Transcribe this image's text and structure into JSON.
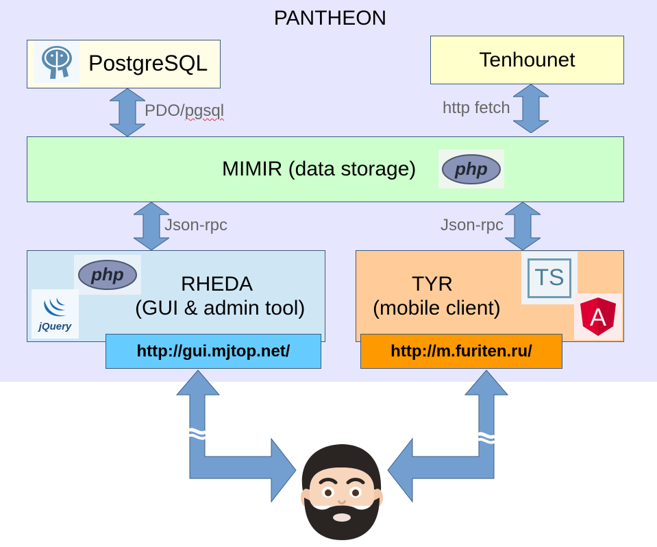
{
  "title": "PANTHEON",
  "postgres": {
    "label": "PostgreSQL"
  },
  "tenhounet": {
    "label": "Tenhounet"
  },
  "mimir": {
    "label": "MIMIR (data storage)"
  },
  "rheda": {
    "line1": "RHEDA",
    "line2": "(GUI & admin tool)",
    "url": "http://gui.mjtop.net/"
  },
  "tyr": {
    "line1": "TYR",
    "line2": "(mobile client)",
    "url": "http://m.furiten.ru/"
  },
  "connectors": {
    "pdo_prefix": "PDO/",
    "pdo_suffix": "pgsql",
    "http_fetch": "http fetch",
    "json_rpc_left": "Json-rpc",
    "json_rpc_right": "Json-rpc"
  },
  "logos": {
    "php_text": "php",
    "jquery_text": "jQuery",
    "ts_text": "TS",
    "angular_text": "A"
  },
  "colors": {
    "panel": "#e6e6ff",
    "postgres_box": "#fffde6",
    "tenhounet_box": "#ffffcc",
    "mimir_box": "#ccffcc",
    "rheda_box": "#cfe6f5",
    "tyr_box": "#ffcc99",
    "rheda_url": "#66ccff",
    "tyr_url": "#ff9900",
    "arrow": "#729fcf"
  }
}
